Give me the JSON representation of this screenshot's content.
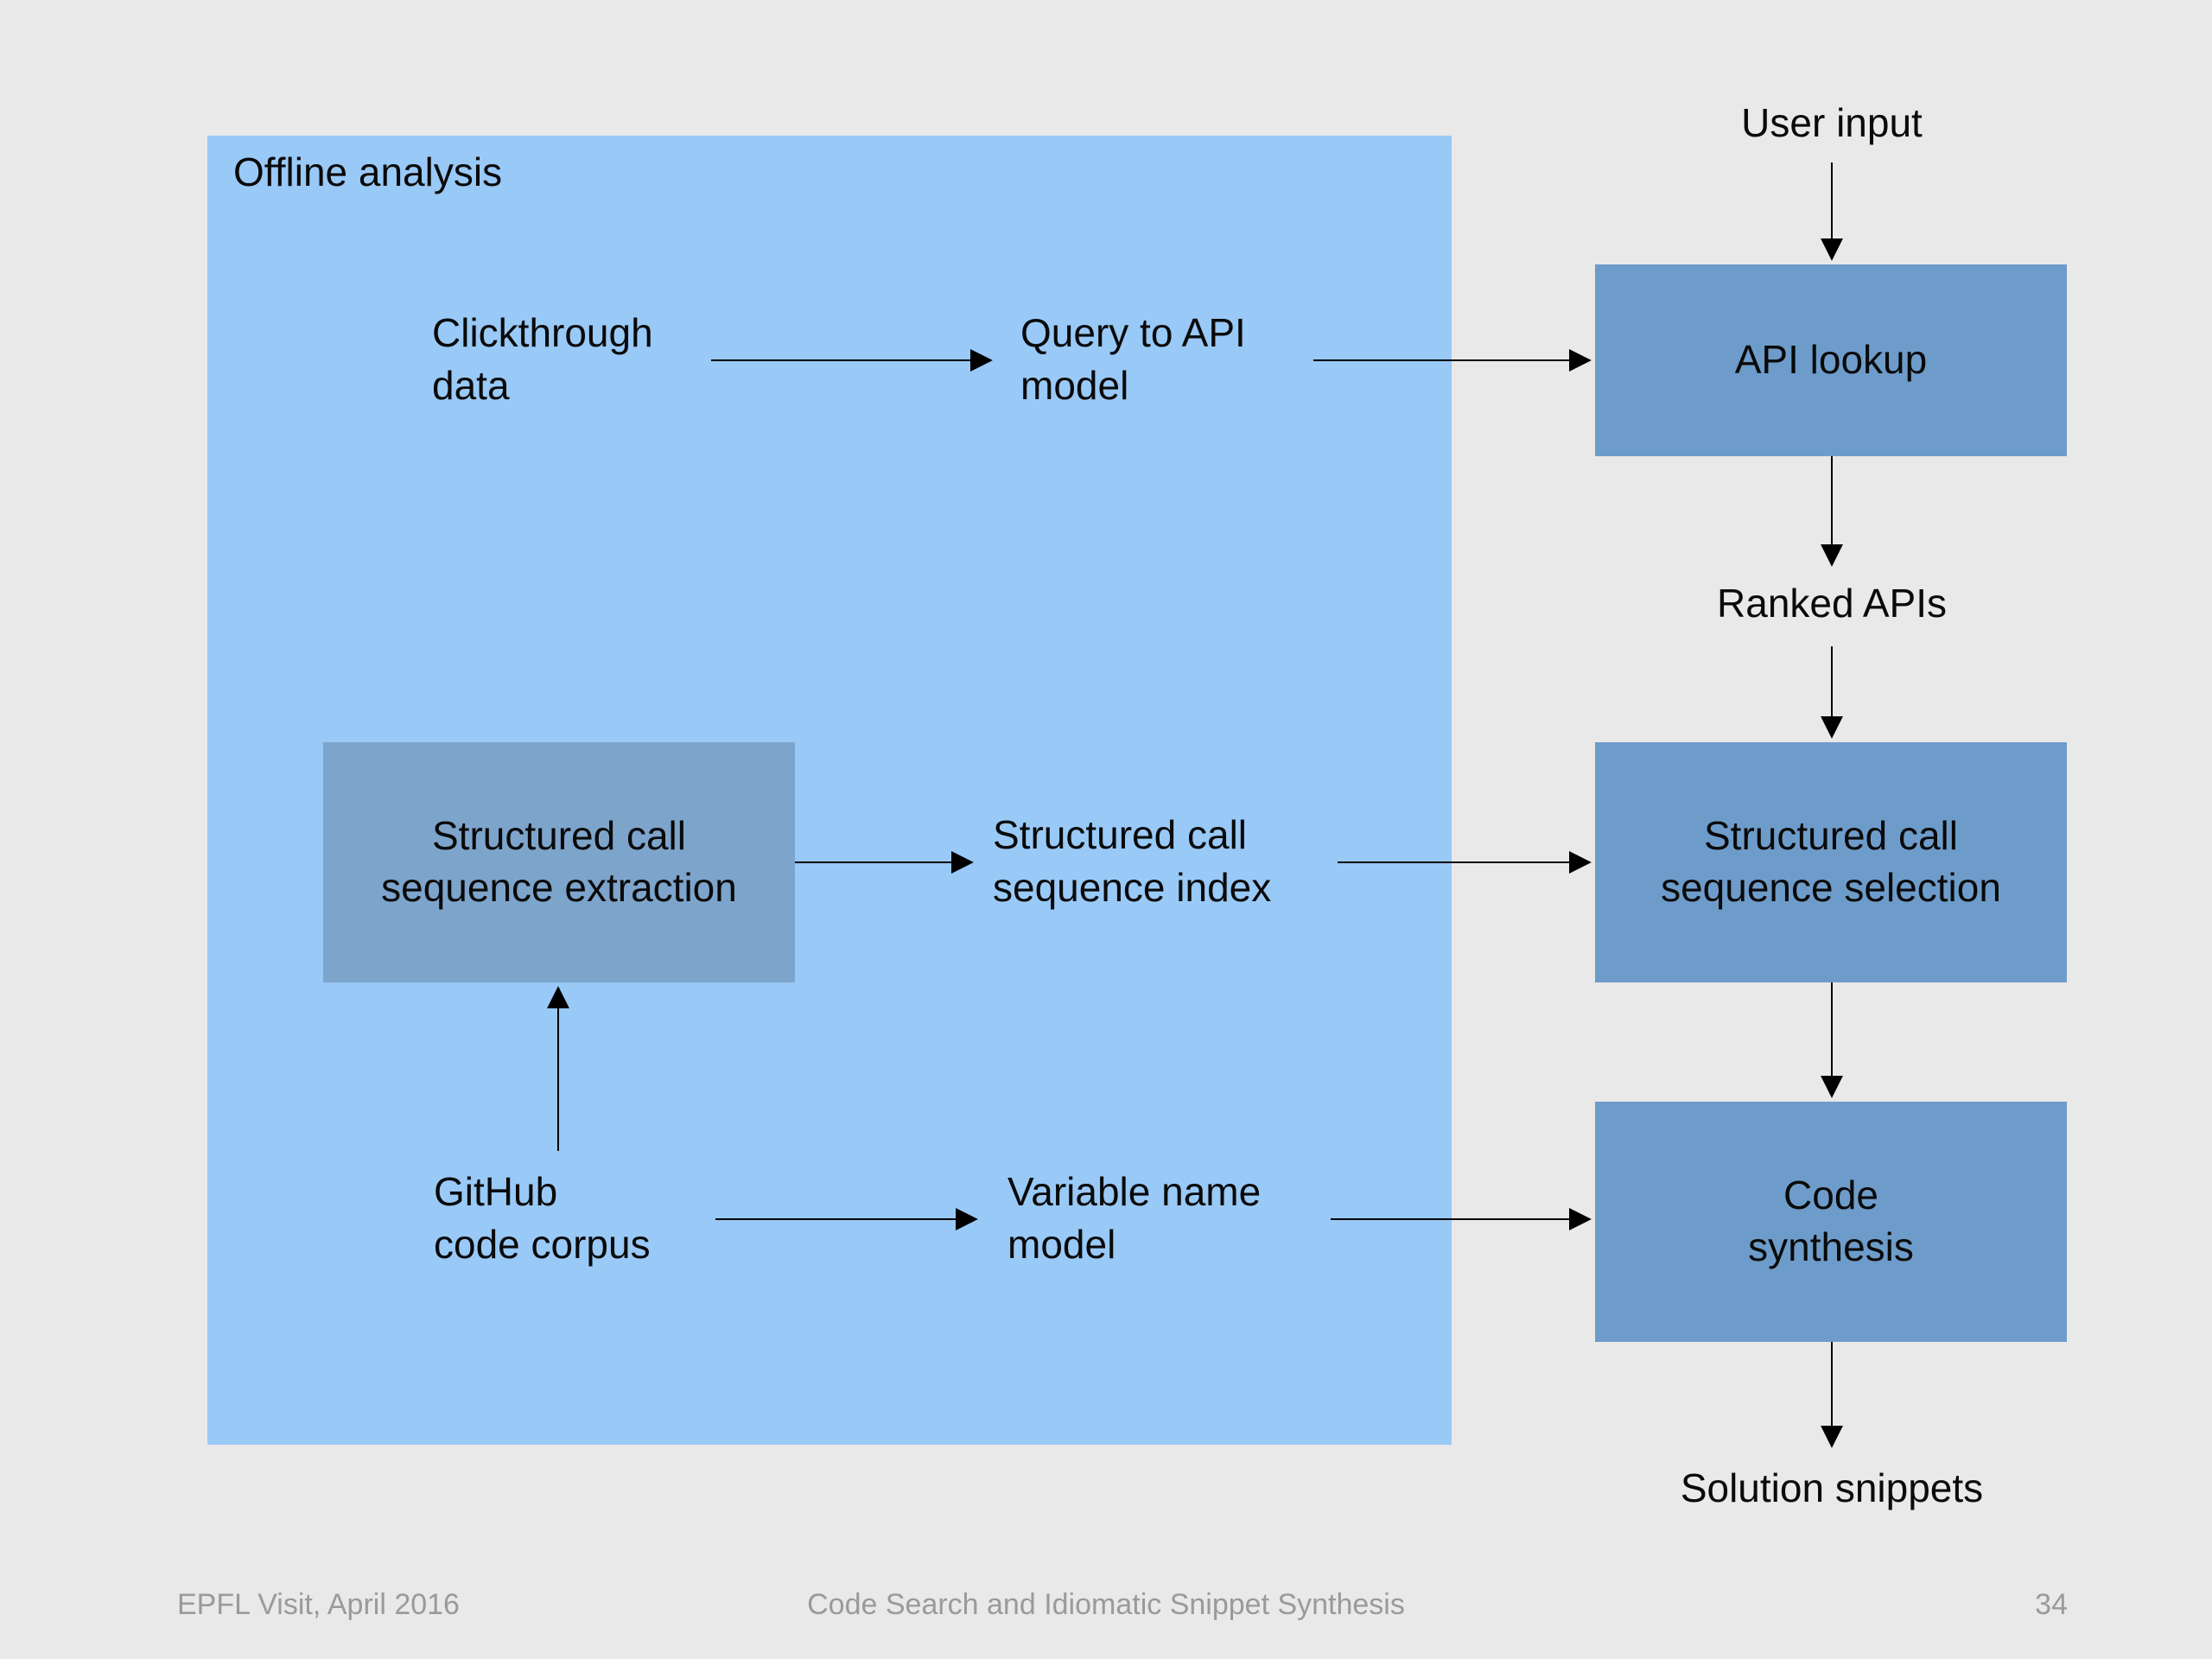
{
  "slide": {
    "offline_region": {
      "label": "Offline analysis"
    },
    "labels": {
      "user_input": "User input",
      "ranked_apis": "Ranked APIs",
      "solution_snippets": "Solution snippets",
      "clickthrough_data": "Clickthrough\ndata",
      "query_to_api_model": "Query to API\nmodel",
      "structured_call_sequence_index": "Structured call\nsequence index",
      "github_code_corpus": "GitHub\ncode corpus",
      "variable_name_model": "Variable name\nmodel"
    },
    "boxes": {
      "api_lookup": "API lookup",
      "structured_call_sequence_extraction": "Structured call\nsequence extraction",
      "structured_call_sequence_selection": "Structured call\nsequence selection",
      "code_synthesis": "Code\nsynthesis"
    },
    "colors": {
      "background": "#e9e9e9",
      "offline_region_bg": "#99c9f7",
      "node_fill": "#6e9cca",
      "extraction_fill": "#7da4cb",
      "arrow": "#000000",
      "footer_text": "#9a9a9a"
    },
    "footer": {
      "left": "EPFL Visit, April 2016",
      "center": "Code Search and Idiomatic Snippet Synthesis",
      "page_number": "34"
    }
  }
}
